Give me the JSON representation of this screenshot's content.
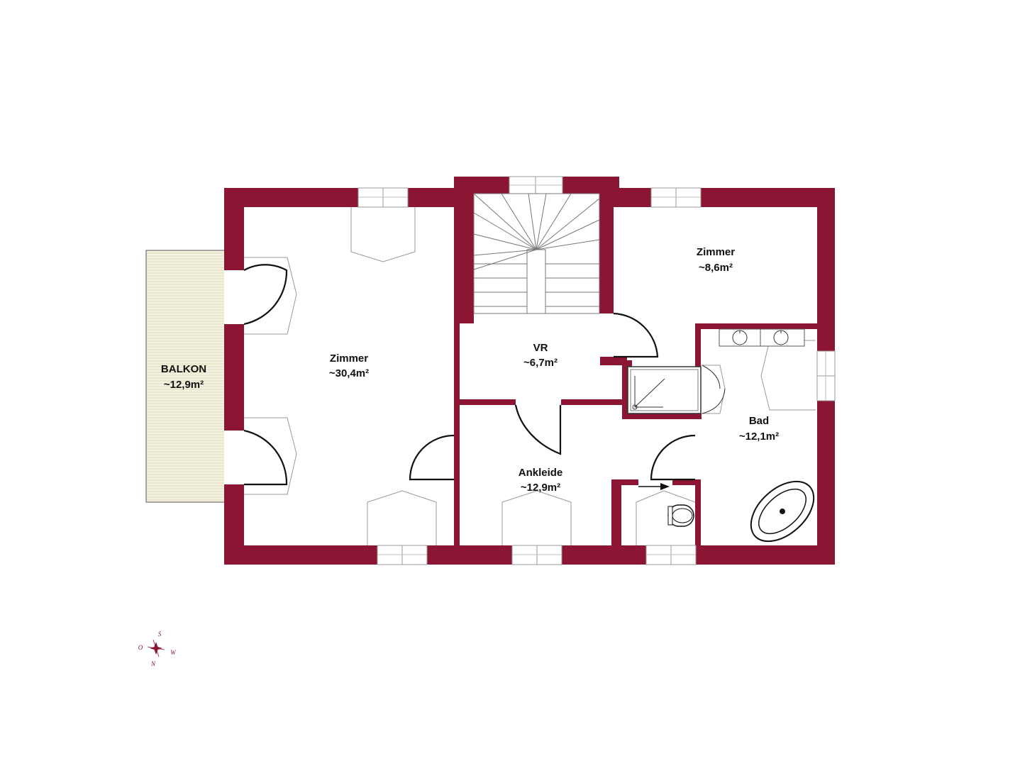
{
  "colors": {
    "wall": "#8b1532",
    "balcony_fill": "#f3f1e0"
  },
  "rooms": {
    "zimmer_large": {
      "name": "Zimmer",
      "area": "~30,4m²"
    },
    "zimmer_small": {
      "name": "Zimmer",
      "area": "~8,6m²"
    },
    "vr": {
      "name": "VR",
      "area": "~6,7m²"
    },
    "ankleide": {
      "name": "Ankleide",
      "area": "~12,9m²"
    },
    "bad": {
      "name": "Bad",
      "area": "~12,1m²"
    },
    "balkon": {
      "name": "BALKON",
      "area": "~12,9m²"
    }
  },
  "compass": {
    "north": "N",
    "south": "S",
    "east": "O",
    "west": "W"
  }
}
